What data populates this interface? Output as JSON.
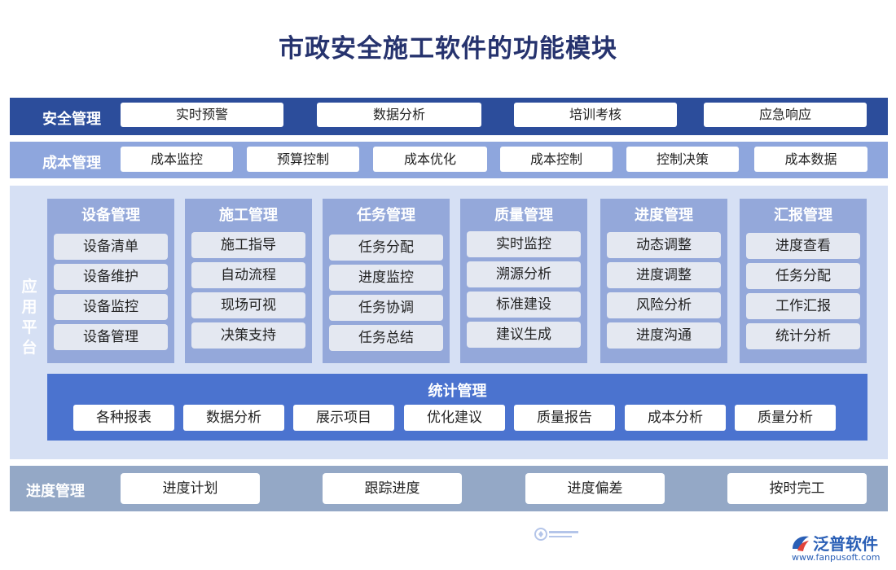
{
  "title": "市政安全施工软件的功能模块",
  "safety": {
    "label": "安全管理",
    "items": [
      "实时预警",
      "数据分析",
      "培训考核",
      "应急响应"
    ]
  },
  "cost": {
    "label": "成本管理",
    "items": [
      "成本监控",
      "预算控制",
      "成本优化",
      "成本控制",
      "控制决策",
      "成本数据"
    ]
  },
  "platform": {
    "label": "应用平台",
    "modules": [
      {
        "title": "设备管理",
        "items": [
          "设备清单",
          "设备维护",
          "设备监控",
          "设备管理"
        ]
      },
      {
        "title": "施工管理",
        "items": [
          "施工指导",
          "自动流程",
          "现场可视",
          "决策支持"
        ]
      },
      {
        "title": "任务管理",
        "items": [
          "任务分配",
          "进度监控",
          "任务协调",
          "任务总结"
        ]
      },
      {
        "title": "质量管理",
        "items": [
          "实时监控",
          "溯源分析",
          "标准建设",
          "建议生成"
        ]
      },
      {
        "title": "进度管理",
        "items": [
          "动态调整",
          "进度调整",
          "风险分析",
          "进度沟通"
        ]
      },
      {
        "title": "汇报管理",
        "items": [
          "进度查看",
          "任务分配",
          "工作汇报",
          "统计分析"
        ]
      }
    ],
    "stats": {
      "title": "统计管理",
      "items": [
        "各种报表",
        "数据分析",
        "展示项目",
        "优化建议",
        "质量报告",
        "成本分析",
        "质量分析"
      ]
    }
  },
  "progress": {
    "label": "进度管理",
    "items": [
      "进度计划",
      "跟踪进度",
      "进度偏差",
      "按时完工"
    ]
  },
  "brand": {
    "name": "泛普软件",
    "url": "www.fanpusoft.com",
    "color": "#2a5fb6"
  },
  "colors": {
    "title": "#26336e",
    "safety_band": "#2c4d9b",
    "cost_band": "#8ea6dd",
    "platform_bg": "#d6e0f4",
    "module_bg": "#94a8da",
    "stats_bg": "#4b73cf",
    "progress_band": "#94a8c6"
  }
}
